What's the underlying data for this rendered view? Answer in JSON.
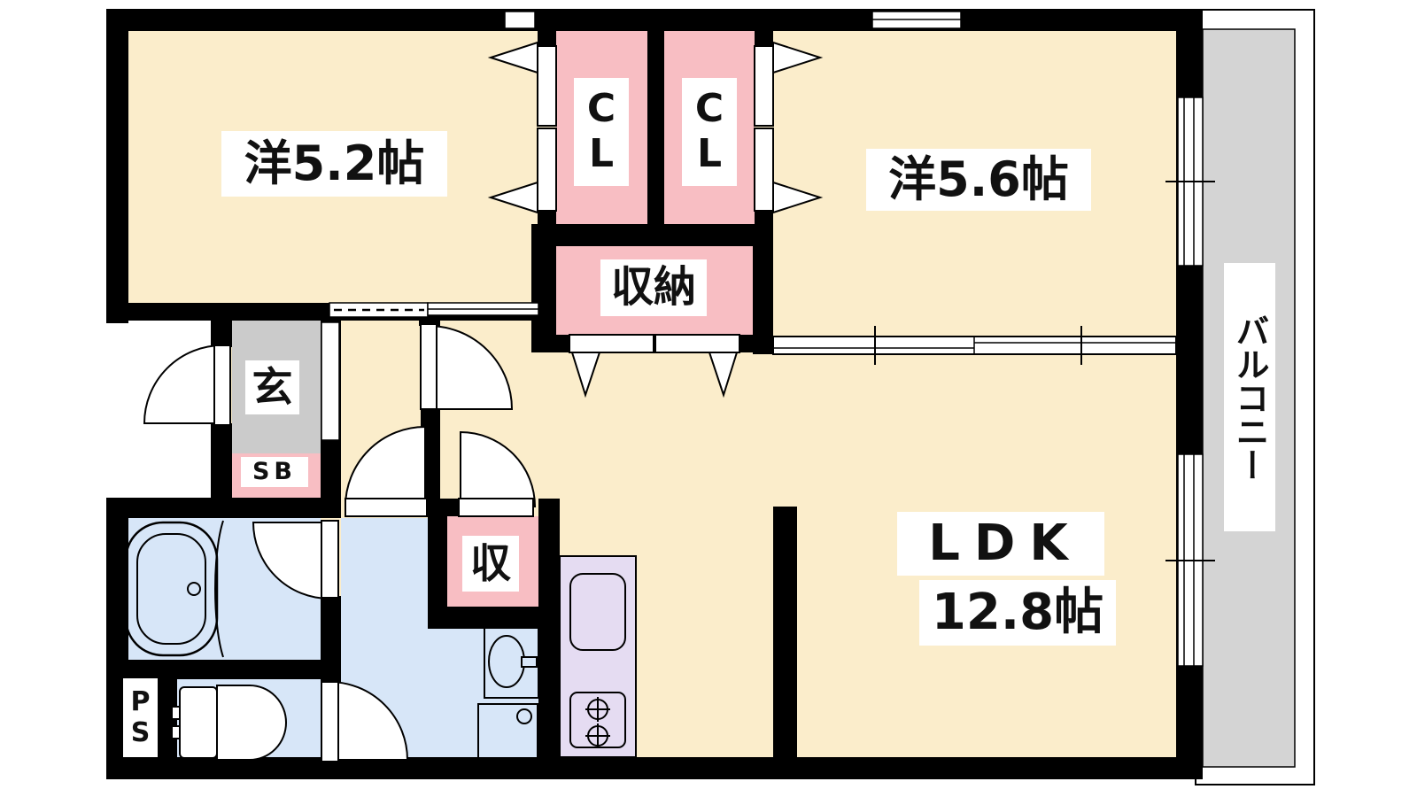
{
  "colors": {
    "wall": "#000000",
    "room_cream": "#FBEDCB",
    "closet_pink": "#F8BEC3",
    "entrance_gray": "#CBCBCB",
    "water_blue": "#D7E6F8",
    "kitchen_purple": "#E5DCF2",
    "balcony_gray": "#D4D4D4"
  },
  "rooms": {
    "western_room_1": {
      "label": "洋5.2帖"
    },
    "western_room_2": {
      "label": "洋5.6帖"
    },
    "ldk": {
      "label": "LDK",
      "size": "12.8帖"
    },
    "closet_left": {
      "label": "C\nL"
    },
    "closet_right": {
      "label": "C\nL"
    },
    "storage": {
      "label": "収納"
    },
    "storage_small": {
      "label": "収"
    },
    "entrance": {
      "label": "玄"
    },
    "shoe_box": {
      "label": "SB"
    },
    "pipe_space": {
      "label": "P\nS"
    },
    "balcony": {
      "label": "バルコニー"
    }
  },
  "fixtures": [
    "bathtub",
    "toilet",
    "washbasin",
    "washing-machine-pan",
    "kitchen-sink",
    "gas-stove"
  ]
}
